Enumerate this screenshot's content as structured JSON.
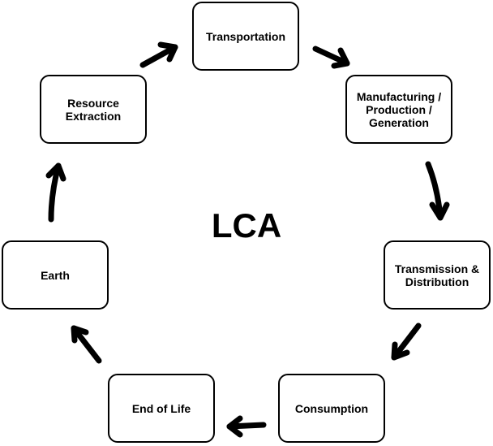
{
  "diagram": {
    "center_label": "LCA",
    "nodes": {
      "transportation": "Transportation",
      "manufacturing": "Manufacturing /\nProduction /\nGeneration",
      "transmission": "Transmission &\nDistribution",
      "consumption": "Consumption",
      "end_of_life": "End of Life",
      "earth": "Earth",
      "resource_extraction": "Resource\nExtraction"
    },
    "colors": {
      "stroke": "#000000",
      "background": "#ffffff"
    }
  }
}
